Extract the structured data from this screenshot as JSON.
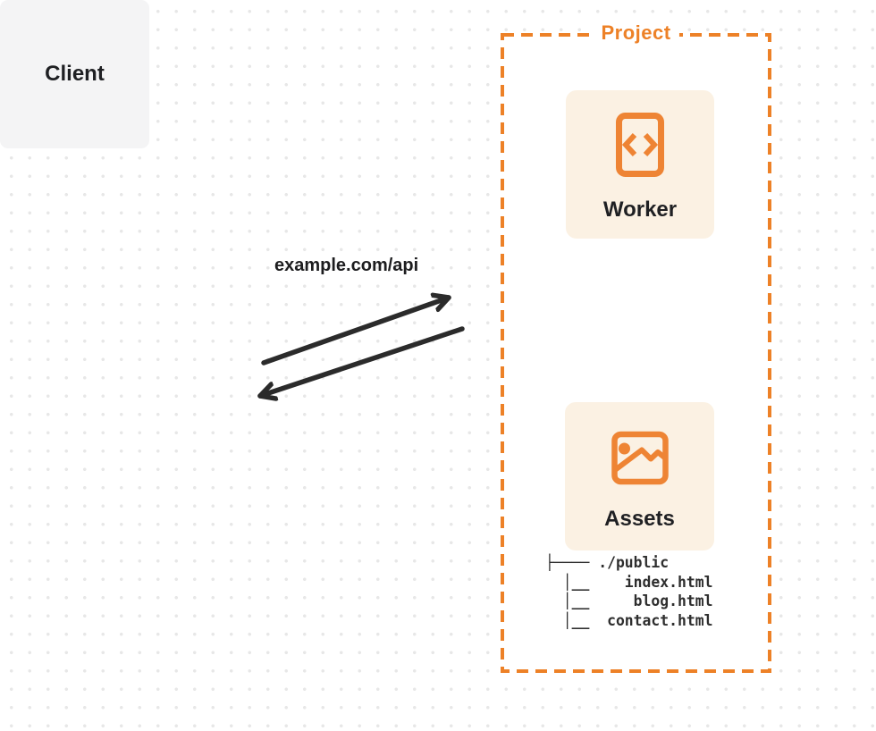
{
  "colors": {
    "accent_orange": "#ED8127",
    "icon_orange": "#EE8434",
    "panel_cream": "#FBF1E3",
    "client_gray": "#F4F4F5",
    "text_dark": "#1F2023",
    "arrow_black": "#2B2B2B",
    "dot_grid_gray": "#E7E7E7",
    "background": "#FFFFFF"
  },
  "diagram": {
    "project": {
      "label": "Project"
    },
    "nodes": {
      "client": {
        "label": "Client"
      },
      "worker": {
        "label": "Worker",
        "icon": "code-document-icon"
      },
      "assets": {
        "label": "Assets",
        "icon": "image-icon"
      }
    },
    "request": {
      "label": "example.com/api"
    },
    "file_tree": {
      "entries": [
        "./public",
        "index.html",
        "blog.html",
        "contact.html"
      ],
      "lines": [
        "├──── ./public",
        "  │__    index.html",
        "  │__     blog.html",
        "  │__  contact.html"
      ]
    }
  }
}
